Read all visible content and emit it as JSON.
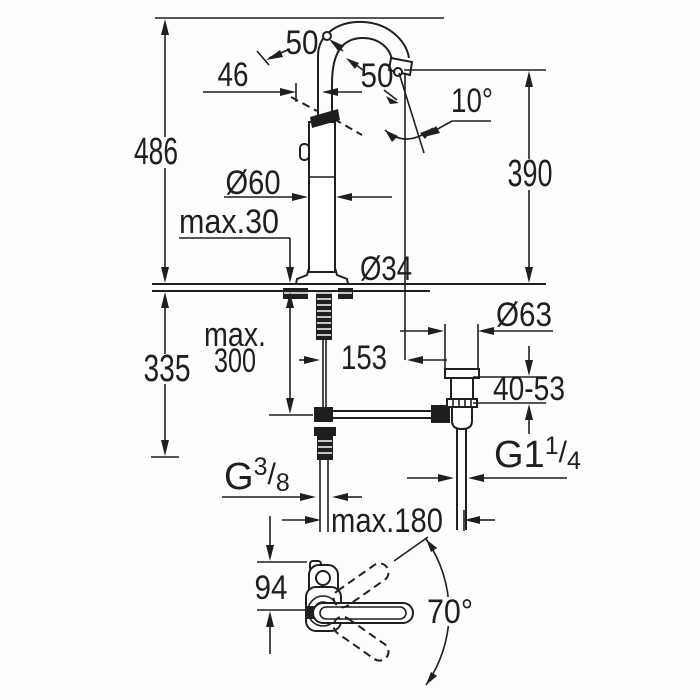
{
  "drawing": {
    "type": "faucet installation dimensional drawing",
    "labels": {
      "height_total": "486",
      "spout_height": "390",
      "depth_below": "335",
      "offset_spout_top": "50",
      "offset_spout_tip": "50",
      "offset_46": "46",
      "angle_spout": "10°",
      "dia_body": "Ø60",
      "deck_max": "max.30",
      "dia_hole": "Ø34",
      "hose_max_line1": "max.",
      "hose_max_line2": "300",
      "dist_153": "153",
      "dia_drain": "Ø63",
      "trap_range": "40-53",
      "reach_max": "max.180",
      "depth_94": "94",
      "angle_swing": "70°",
      "thread_drain": {
        "base": "G1",
        "sup": "1",
        "slash": "/",
        "sub": "4"
      },
      "thread_supply": {
        "base": "G",
        "sup": "3",
        "slash": "/",
        "sub": "8"
      }
    },
    "colors": {
      "line": "#1f1f1f",
      "background": "#fdfdfd"
    }
  }
}
